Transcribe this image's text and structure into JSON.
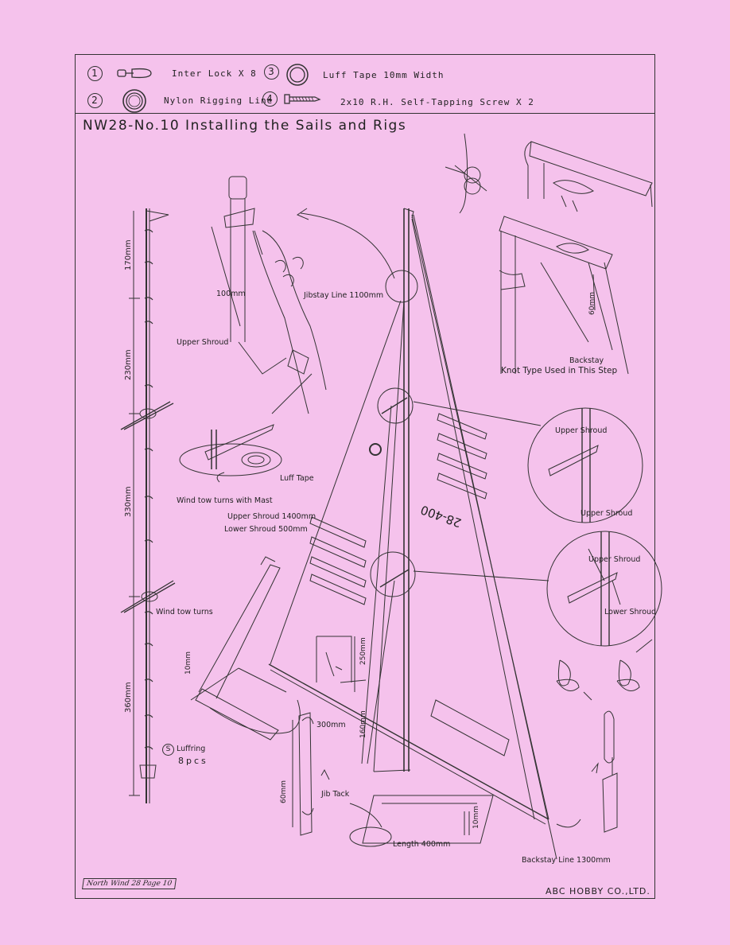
{
  "parts": [
    {
      "num": "1",
      "label": "Inter Lock X 8",
      "icon": "interlock-clip-icon"
    },
    {
      "num": "3",
      "label": "Luff Tape  10mm Width",
      "icon": "tape-roll-icon"
    },
    {
      "num": "2",
      "label": "Nylon Rigging Line",
      "icon": "line-coil-icon"
    },
    {
      "num": "4",
      "label": "2x10 R.H. Self-Tapping Screw X 2",
      "icon": "screw-icon"
    }
  ],
  "title": "NW28-No.10  Installing the Sails and Rigs",
  "mast_dims": [
    "170mm",
    "230mm",
    "330mm",
    "360mm"
  ],
  "labels": {
    "mm100": "100mm",
    "jibstay": "Jibstay Line 1100mm",
    "upper_shroud_top": "Upper Shroud",
    "luff_tape": "Luff Tape",
    "wind_tow_mast": "Wind tow turns with Mast",
    "upper_1400": "Upper Shroud 1400mm",
    "lower_500": "Lower Shroud 500mm",
    "wind_tow": "Wind tow turns",
    "luffring": "Luffring",
    "luffring_s": "S",
    "pcs": "8pcs",
    "backstay": "Backstay",
    "knot_type": "Knot Type Used in This Step",
    "mm60_top": "60mm",
    "circle1_top": "Upper Shroud",
    "circle1_bottom": "Upper Shroud",
    "circle2_top": "Upper Shroud",
    "circle2_bottom": "Lower Shroud",
    "mm10_left": "10mm",
    "mm250": "250mm",
    "mm160": "160mm",
    "mm300": "300mm",
    "mm60_bottom": "60mm",
    "jib_tack": "Jib Tack",
    "length400": "Length 400mm",
    "mm10_bottom": "10mm",
    "backstay_line": "Backstay Line 1300mm",
    "sail_number": "28-400"
  },
  "footer": {
    "page": "North Wind 28 Page 10",
    "company": "ABC HOBBY CO.,LTD."
  }
}
